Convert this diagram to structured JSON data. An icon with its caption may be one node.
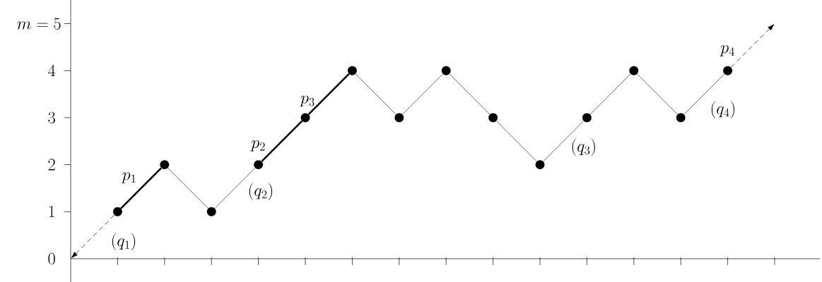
{
  "diagram": {
    "nodes": [
      {
        "text": [],
        "shape": "circle"
      },
      {
        "text": [],
        "shape": "circle"
      },
      {
        "text": [],
        "shape": "circle"
      },
      {
        "text": [],
        "shape": "circle"
      },
      {
        "text": [],
        "shape": "circle"
      },
      {
        "text": [],
        "shape": "circle"
      },
      {
        "text": [],
        "shape": "circle"
      },
      {
        "text": [],
        "shape": "circle"
      },
      {
        "text": [],
        "shape": "circle"
      },
      {
        "text": [],
        "shape": "circle"
      },
      {
        "text": [],
        "shape": "circle"
      },
      {
        "text": [],
        "shape": "circle"
      },
      {
        "text": [],
        "shape": "circle"
      },
      {
        "text": [],
        "shape": "circle"
      }
    ],
    "edges": [
      {
        "from": 0,
        "to": 1,
        "arrow": "none",
        "style": "thick"
      },
      {
        "from": 1,
        "to": 2,
        "arrow": "none"
      },
      {
        "from": 2,
        "to": 3,
        "arrow": "none"
      },
      {
        "from": 3,
        "to": 4,
        "arrow": "none",
        "style": "thick"
      },
      {
        "from": 4,
        "to": 5,
        "arrow": "none",
        "style": "thick"
      },
      {
        "from": 5,
        "to": 6,
        "arrow": "none"
      },
      {
        "from": 6,
        "to": 7,
        "arrow": "none"
      },
      {
        "from": 7,
        "to": 8,
        "arrow": "none"
      },
      {
        "from": 8,
        "to": 9,
        "arrow": "none"
      },
      {
        "from": 9,
        "to": 10,
        "arrow": "none"
      },
      {
        "from": 10,
        "to": 11,
        "arrow": "none"
      },
      {
        "from": 11,
        "to": 12,
        "arrow": "none"
      },
      {
        "from": 12,
        "to": 13,
        "arrow": "none"
      },
      {
        "from": 0,
        "to": null,
        "arrow": "to",
        "style": "dashed"
      },
      {
        "from": 13,
        "to": null,
        "arrow": "to",
        "style": "dashed"
      }
    ],
    "labels": [
      "m=5",
      "4",
      "3",
      "2",
      "1",
      "0",
      "p_1",
      "p_2",
      "p_3",
      "p_4",
      "(q_1)",
      "(q_2)",
      "(q_3)",
      "(q_4)"
    ]
  }
}
